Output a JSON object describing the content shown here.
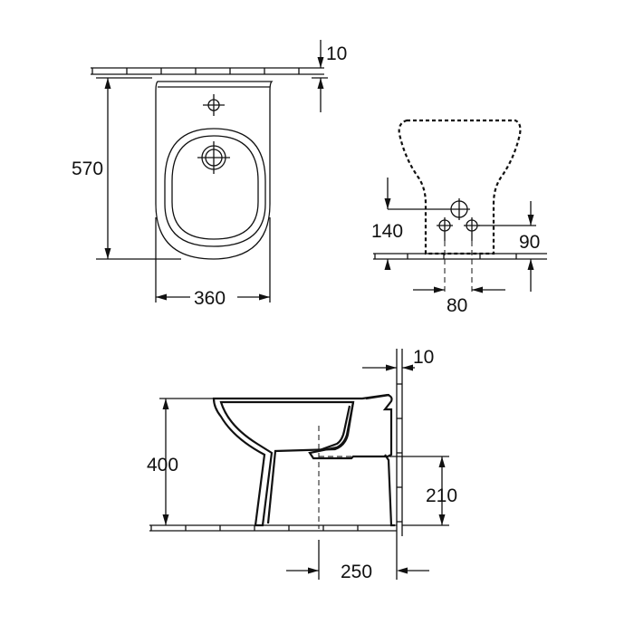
{
  "dimensions": {
    "top_view": {
      "wall_gap": "10",
      "depth": "570",
      "width": "360"
    },
    "rear_view": {
      "inlet_height": "140",
      "outlet_height": "90",
      "spacing": "80"
    },
    "side_view": {
      "wall_gap": "10",
      "height": "400",
      "outlet_height": "210",
      "outlet_distance": "250"
    }
  }
}
